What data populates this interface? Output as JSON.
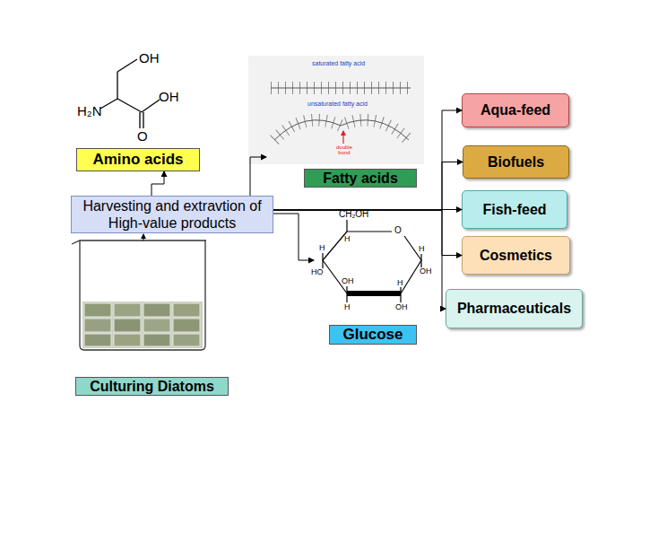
{
  "diagram": {
    "nodes": [
      {
        "text": [
          "Amino acids"
        ]
      },
      {
        "text": [
          "Fatty acids"
        ]
      },
      {
        "text": [
          "Harvesting and extravtion of High-value products"
        ]
      },
      {
        "text": [
          "Aqua-feed"
        ]
      },
      {
        "text": [
          "Biofuels"
        ]
      },
      {
        "text": [
          "Fish-feed"
        ]
      },
      {
        "text": [
          "Cosmetics"
        ]
      },
      {
        "text": [
          "Pharmaceuticals"
        ]
      },
      {
        "text": [
          "Glucose"
        ]
      },
      {
        "text": [
          "Culturing Diatoms"
        ]
      }
    ],
    "edges": [
      {
        "from": 2,
        "to": 0,
        "arrow": "to"
      },
      {
        "from": 2,
        "to": 1,
        "arrow": "to"
      },
      {
        "from": 2,
        "to": 8,
        "arrow": "to"
      },
      {
        "from": 2,
        "to": 3,
        "arrow": "to"
      },
      {
        "from": 2,
        "to": 4,
        "arrow": "to"
      },
      {
        "from": 2,
        "to": 5,
        "arrow": "to"
      },
      {
        "from": 2,
        "to": 6,
        "arrow": "to"
      },
      {
        "from": 2,
        "to": 7,
        "arrow": "to"
      }
    ],
    "labels": [
      "OH",
      "H₂N",
      "OH",
      "O",
      "saturated fatty acid",
      "unsaturated fatty acid",
      "double bond",
      "CH₂OH",
      "O",
      "H",
      "H",
      "HO",
      "OH",
      "H",
      "OH",
      "H",
      "H",
      "OH"
    ]
  }
}
